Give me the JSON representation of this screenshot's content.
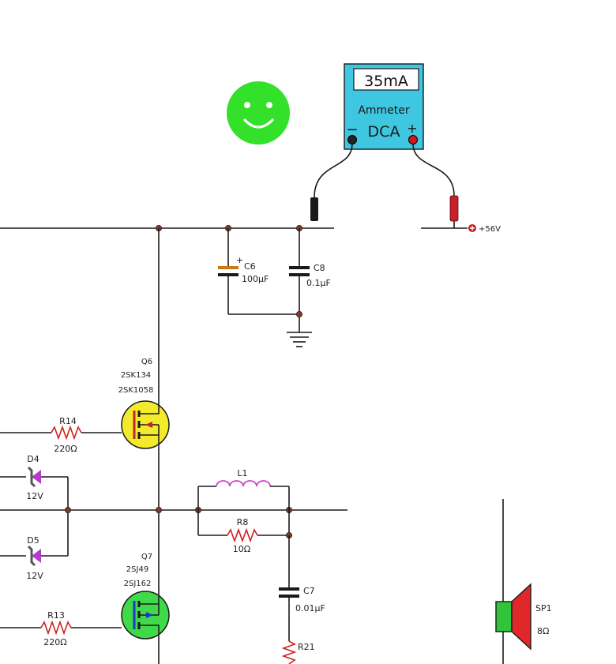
{
  "meter": {
    "reading": "35mA",
    "name": "Ammeter",
    "mode": "DCA",
    "minus": "−",
    "plus": "+"
  },
  "supply": {
    "label": "+56V"
  },
  "indicator": {
    "state": "smiley",
    "color": "#33e02a"
  },
  "components": {
    "c6": {
      "ref": "C6",
      "value": "100µF",
      "polarity": "+"
    },
    "c8": {
      "ref": "C8",
      "value": "0.1µF"
    },
    "q6": {
      "ref": "Q6",
      "part1": "2SK134",
      "part2": "2SK1058"
    },
    "r14": {
      "ref": "R14",
      "value": "220Ω"
    },
    "d4": {
      "ref": "D4",
      "value": "12V"
    },
    "d5": {
      "ref": "D5",
      "value": "12V"
    },
    "l1": {
      "ref": "L1"
    },
    "r8": {
      "ref": "R8",
      "value": "10Ω"
    },
    "q7": {
      "ref": "Q7",
      "part1": "2SJ49",
      "part2": "2SJ162"
    },
    "r13": {
      "ref": "R13",
      "value": "220Ω"
    },
    "c7": {
      "ref": "C7",
      "value": "0.01µF"
    },
    "r21": {
      "ref": "R21"
    },
    "sp1": {
      "ref": "SP1",
      "value": "8Ω"
    }
  },
  "colors": {
    "meter_body": "#3fc6e0",
    "q6_fill": "#f2ea2a",
    "q7_fill": "#3fd94a",
    "diode": "#b43cc8",
    "inductor": "#d040d0",
    "resistor": "#d02020",
    "speaker_magnet": "#2fc43a",
    "speaker_cone": "#e0282a"
  }
}
